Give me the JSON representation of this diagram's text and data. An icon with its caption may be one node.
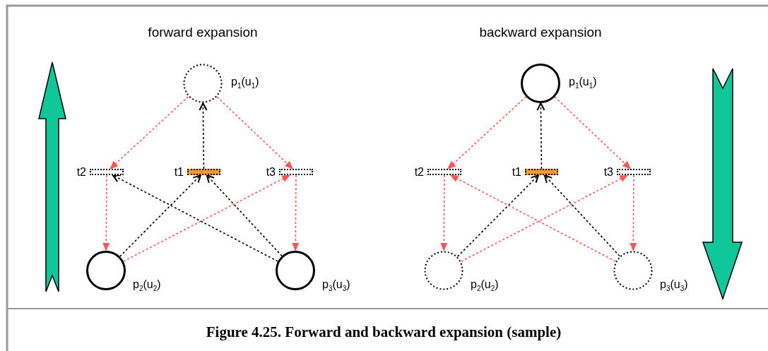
{
  "diagram": {
    "caption": "Figure 4.25.  Forward and backward expansion (sample)",
    "nodes": [
      {
        "text": [],
        "shape": "circle",
        "beside": [
          "p$_{1}$(u$_{1}$)"
        ]
      },
      {
        "text": [],
        "shape": "bar",
        "beside": [
          "t2"
        ]
      },
      {
        "text": [],
        "shape": "bar",
        "beside": [
          "t1"
        ]
      },
      {
        "text": [],
        "shape": "bar",
        "beside": [
          "t3"
        ]
      },
      {
        "text": [],
        "shape": "circle",
        "beside": [
          "p$_{2}$(u$_{2}$)"
        ]
      },
      {
        "text": [],
        "shape": "circle",
        "beside": [
          "p$_{3}$(u$_{3}$)"
        ]
      },
      {
        "text": [],
        "shape": "circle",
        "beside": [
          "p$_{1}$(u$_{1}$)"
        ]
      },
      {
        "text": [],
        "shape": "bar",
        "beside": [
          "t2"
        ]
      },
      {
        "text": [],
        "shape": "bar",
        "beside": [
          "t1"
        ]
      },
      {
        "text": [],
        "shape": "bar",
        "beside": [
          "t3"
        ]
      },
      {
        "text": [],
        "shape": "circle",
        "beside": [
          "p$_{2}$(u$_{2}$)"
        ]
      },
      {
        "text": [],
        "shape": "circle",
        "beside": [
          "p$_{3}$(u$_{3}$)"
        ]
      }
    ],
    "edges": [
      {
        "from": 0,
        "to": 1,
        "arrow": "to",
        "style": "dashed"
      },
      {
        "from": 0,
        "to": 3,
        "arrow": "to",
        "style": "dashed"
      },
      {
        "from": 2,
        "to": 0,
        "arrow": "to",
        "style": "dashed",
        "color": "#000000"
      },
      {
        "from": 1,
        "to": 4,
        "arrow": "to",
        "style": "dashed"
      },
      {
        "from": 3,
        "to": 5,
        "arrow": "to",
        "style": "dashed"
      },
      {
        "from": 4,
        "to": 2,
        "arrow": "to",
        "style": "dashed",
        "color": "#000000"
      },
      {
        "from": 5,
        "to": 2,
        "arrow": "to",
        "style": "dashed",
        "color": "#000000"
      },
      {
        "from": 4,
        "to": 3,
        "arrow": "to",
        "style": "dashed"
      },
      {
        "from": 5,
        "to": 1,
        "arrow": "to",
        "style": "dashed",
        "color": "#000000"
      },
      {
        "from": 6,
        "to": 7,
        "arrow": "to",
        "style": "dashed"
      },
      {
        "from": 6,
        "to": 9,
        "arrow": "to",
        "style": "dashed"
      },
      {
        "from": 8,
        "to": 6,
        "arrow": "to",
        "style": "dashed",
        "color": "#000000"
      },
      {
        "from": 7,
        "to": 10,
        "arrow": "to",
        "style": "dashed"
      },
      {
        "from": 9,
        "to": 11,
        "arrow": "to",
        "style": "dashed"
      },
      {
        "from": 10,
        "to": 8,
        "arrow": "to",
        "style": "dashed",
        "color": "#000000"
      },
      {
        "from": 11,
        "to": 8,
        "arrow": "to",
        "style": "dashed",
        "color": "#000000"
      },
      {
        "from": 10,
        "to": 9,
        "arrow": "to",
        "style": "dashed"
      },
      {
        "from": 11,
        "to": 7,
        "arrow": "to",
        "style": "dashed"
      }
    ],
    "labels": [
      "forward expansion",
      "backward expansion"
    ]
  }
}
